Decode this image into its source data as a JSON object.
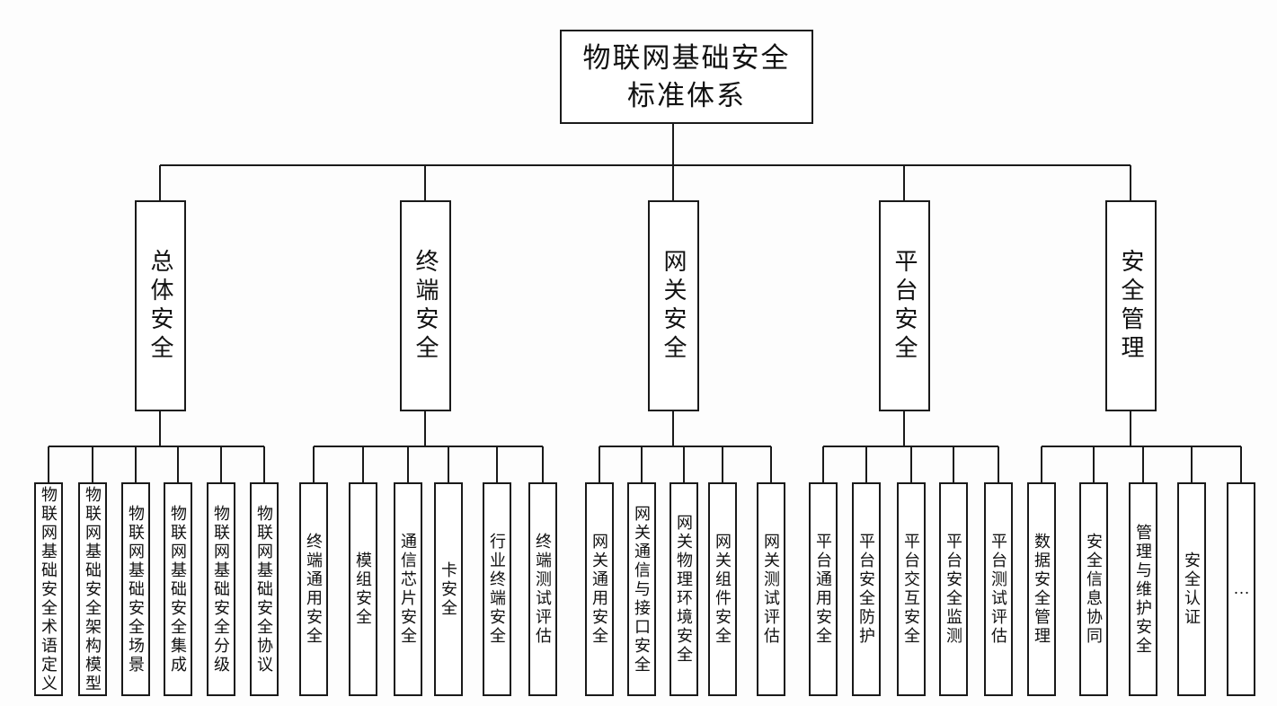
{
  "diagram": {
    "title_line1": "物联网基础安全",
    "title_line2": "标准体系",
    "branches": [
      {
        "label": "总体安全",
        "children": [
          "物联网基础安全术语定义",
          "物联网基础安全架构模型",
          "物联网基础安全场景",
          "物联网基础安全集成",
          "物联网基础安全分级",
          "物联网基础安全协议"
        ]
      },
      {
        "label": "终端安全",
        "children": [
          "终端通用安全",
          "模组安全",
          "通信芯片安全",
          "卡安全",
          "行业终端安全",
          "终端测试评估"
        ]
      },
      {
        "label": "网关安全",
        "children": [
          "网关通用安全",
          "网关通信与接口安全",
          "网关物理环境安全",
          "网关组件安全",
          "网关测试评估"
        ]
      },
      {
        "label": "平台安全",
        "children": [
          "平台通用安全",
          "平台安全防护",
          "平台交互安全",
          "平台安全监测",
          "平台测试评估"
        ]
      },
      {
        "label": "安全管理",
        "children": [
          "数据安全管理",
          "安全信息协同",
          "管理与维护安全",
          "安全认证",
          "…"
        ]
      }
    ],
    "colors": {
      "line": "#1a1a1a",
      "box_border": "#1a1a1a",
      "box_bg": "#ffffff",
      "text": "#111111",
      "background": "#fdfdfd"
    }
  }
}
